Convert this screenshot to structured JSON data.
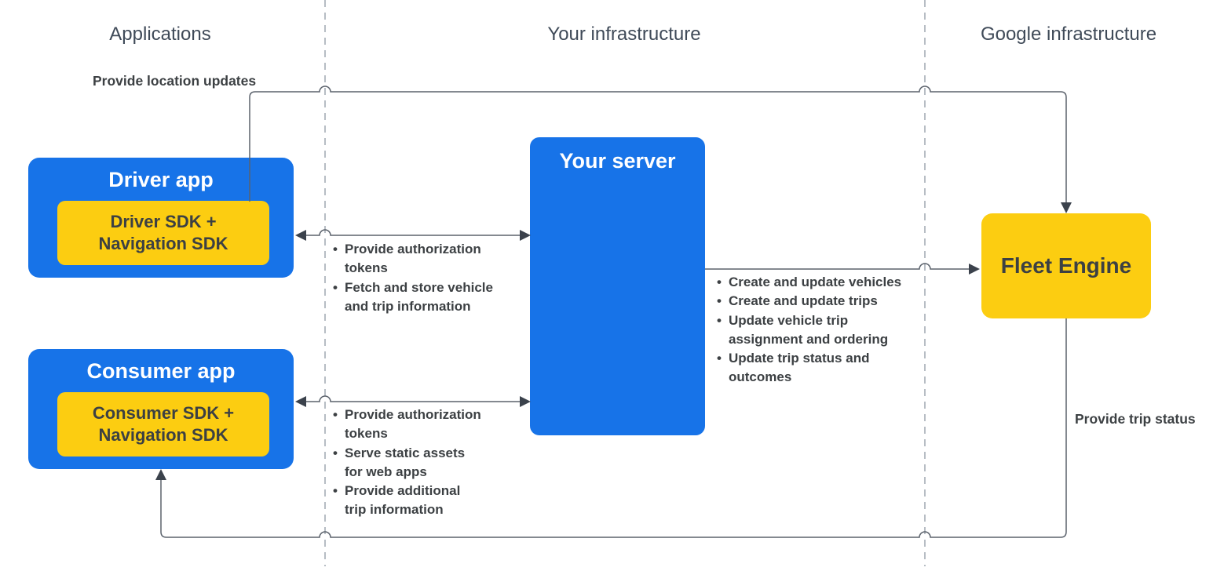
{
  "columns": [
    {
      "label": "Applications"
    },
    {
      "label": "Your infrastructure"
    },
    {
      "label": "Google infrastructure"
    }
  ],
  "nodes": {
    "driver_app": {
      "title": "Driver app",
      "sdk_lines": [
        "Driver SDK +",
        "Navigation SDK"
      ]
    },
    "consumer_app": {
      "title": "Consumer app",
      "sdk_lines": [
        "Consumer SDK +",
        "Navigation SDK"
      ]
    },
    "your_server": {
      "title": "Your server"
    },
    "fleet_engine": {
      "title": "Fleet Engine"
    }
  },
  "edge_labels": {
    "location_updates": "Provide location updates",
    "trip_status": "Provide trip status"
  },
  "notes": {
    "driver_server": [
      {
        "lines": [
          "Provide authorization",
          "tokens"
        ]
      },
      {
        "lines": [
          "Fetch and store vehicle",
          "and trip information"
        ]
      }
    ],
    "server_fleet": [
      {
        "lines": [
          "Create and update vehicles"
        ]
      },
      {
        "lines": [
          "Create and update trips"
        ]
      },
      {
        "lines": [
          "Update vehicle trip",
          "assignment and ordering"
        ]
      },
      {
        "lines": [
          "Update trip status and",
          "outcomes"
        ]
      }
    ],
    "consumer_server": [
      {
        "lines": [
          "Provide authorization",
          "tokens"
        ]
      },
      {
        "lines": [
          "Serve static assets",
          "for web apps"
        ]
      },
      {
        "lines": [
          "Provide additional",
          "trip information"
        ]
      }
    ]
  },
  "colors": {
    "blue": "#1773e8",
    "yellow": "#fccd11",
    "line": "#5b626c",
    "arrow": "#3b424c",
    "divider": "#b7bdc4",
    "heading": "#3f4a58",
    "text": "#3c4043"
  }
}
